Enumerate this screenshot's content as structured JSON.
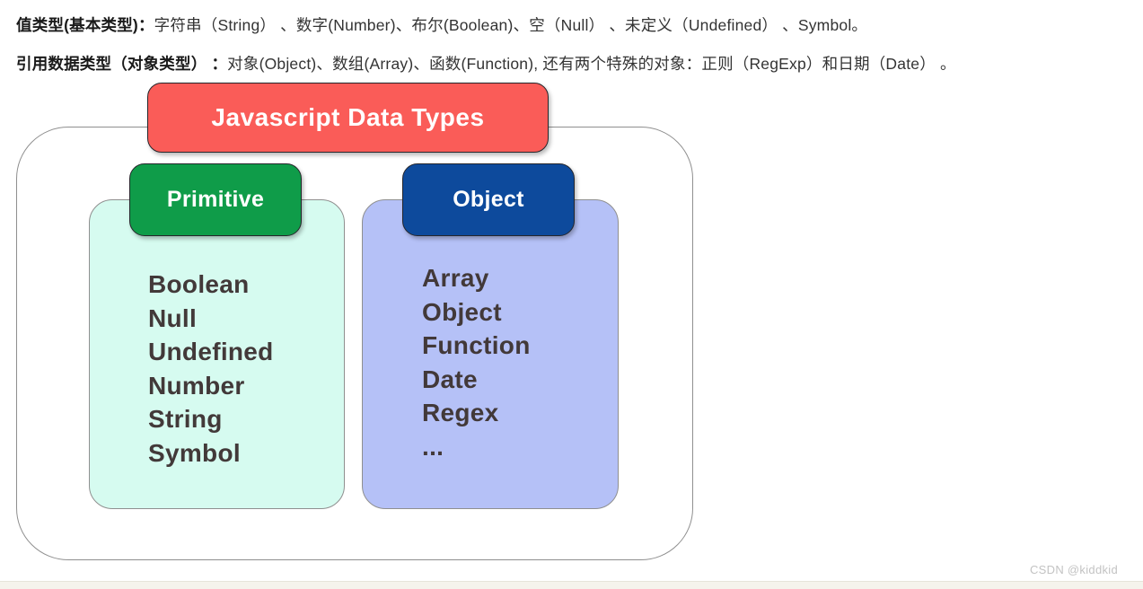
{
  "intro": {
    "line1": {
      "label": "值类型(基本类型)：",
      "text": "字符串（String） 、数字(Number)、布尔(Boolean)、空（Null） 、未定义（Undefined） 、Symbol。"
    },
    "line2": {
      "label": "引用数据类型（对象类型） ：",
      "text": "对象(Object)、数组(Array)、函数(Function), 还有两个特殊的对象：正则（RegExp）和日期（Date） 。"
    }
  },
  "diagram": {
    "title": {
      "label": "Javascript Data Types",
      "color": "#fa5c58",
      "text_color": "#ffffff"
    },
    "groups": [
      {
        "header": "Primitive",
        "header_color": "#0f9c49",
        "panel_color": "#d6fbf0",
        "items": [
          "Boolean",
          "Null",
          "Undefined",
          "Number",
          "String",
          "Symbol"
        ]
      },
      {
        "header": "Object",
        "header_color": "#0d4a9c",
        "panel_color": "#b5c1f7",
        "items": [
          "Array",
          "Object",
          "Function",
          "Date",
          "Regex",
          "..."
        ]
      }
    ],
    "item_text_color": "#423939",
    "outline_color": "#8f8f8f"
  },
  "footer": {
    "watermark": "CSDN @kiddkid"
  }
}
